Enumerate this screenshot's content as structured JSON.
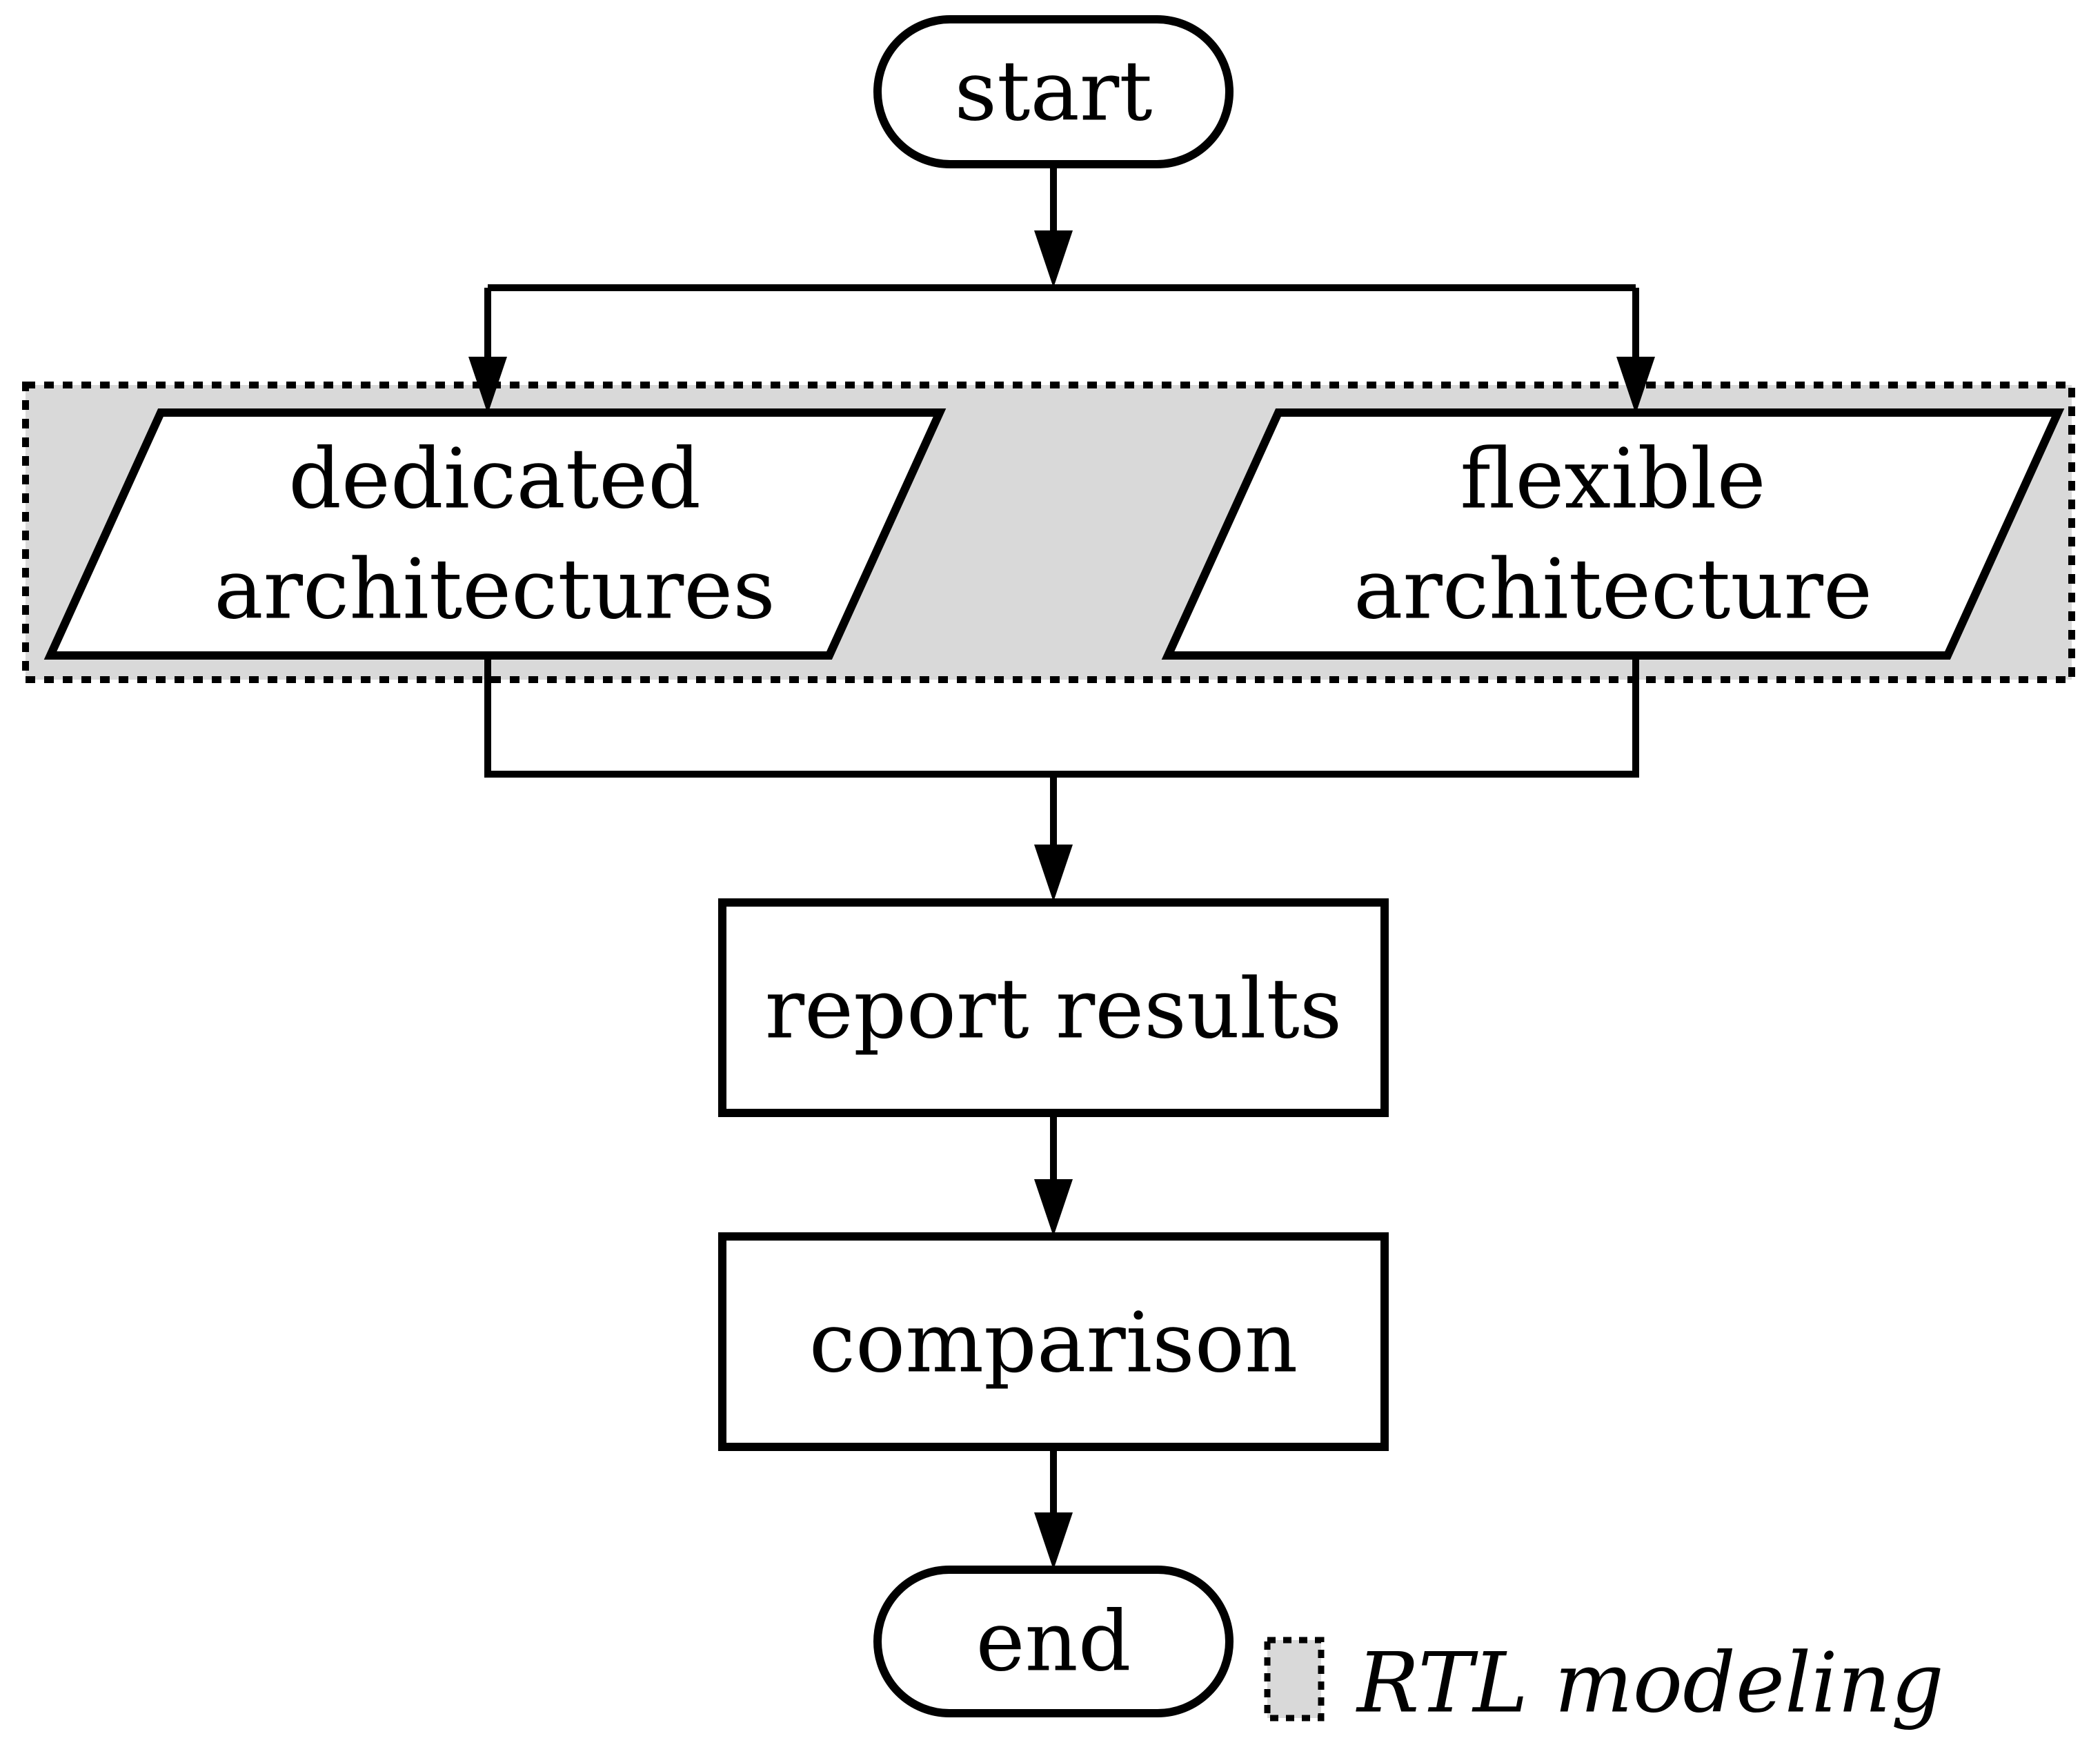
{
  "figure": {
    "nodes": {
      "start": {
        "label": "start",
        "type": "terminator"
      },
      "dedicated": {
        "lines": [
          "dedicated",
          "architectures"
        ],
        "type": "data"
      },
      "flexible": {
        "lines": [
          "flexible",
          "architecture"
        ],
        "type": "data"
      },
      "report": {
        "label": "report results",
        "type": "process"
      },
      "comparison": {
        "label": "comparison",
        "type": "process"
      },
      "end": {
        "label": "end",
        "type": "terminator"
      }
    },
    "legend": {
      "label": "RTL modeling",
      "swatch_color": "#d9d9d9"
    },
    "colors": {
      "line": "#000000",
      "rtl_region_fill": "#d9d9d9",
      "node_fill": "#ffffff",
      "background": "#ffffff"
    }
  }
}
